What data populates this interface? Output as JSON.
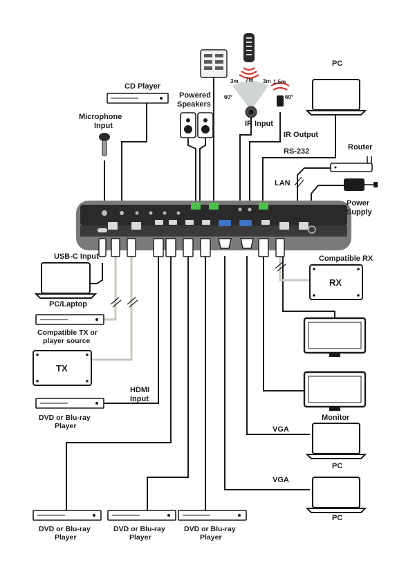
{
  "labels": {
    "pc_top": "PC",
    "cd_player": "CD Player",
    "powered_speakers_1": "Powered",
    "powered_speakers_2": "Speakers",
    "microphone_1": "Microphone",
    "microphone_2": "Input",
    "ir_input": "IR Input",
    "ir_output": "IR Output",
    "rs232": "RS-232",
    "router": "Router",
    "lan": "LAN",
    "power_1": "Power",
    "power_2": "Supply",
    "usbc_input": "USB-C Input",
    "pc_laptop": "PC/Laptop",
    "compatible_tx_1": "Compatible TX or",
    "compatible_tx_2": "player source",
    "tx": "TX",
    "compatible_rx": "Compatible RX",
    "rx": "RX",
    "hdmi_input_1": "HDMI",
    "hdmi_input_2": "Input",
    "dvd_left_1": "DVD or Blu-ray",
    "dvd_left_2": "Player",
    "dvd_b1_1": "DVD or Blu-ray",
    "dvd_b1_2": "Player",
    "dvd_b2_1": "DVD or Blu-ray",
    "dvd_b2_2": "Player",
    "dvd_b3_1": "DVD or Blu-ray",
    "dvd_b3_2": "Player",
    "monitor": "Monitor",
    "vga_1": "VGA",
    "pc_mid": "PC",
    "vga_2": "VGA",
    "pc_bottom": "PC"
  },
  "ir_range": {
    "left": "3m",
    "center": "7m",
    "right": "3m",
    "angle": "60°"
  },
  "ir_out_range": {
    "distance": "1.5m",
    "angle": "60°"
  }
}
